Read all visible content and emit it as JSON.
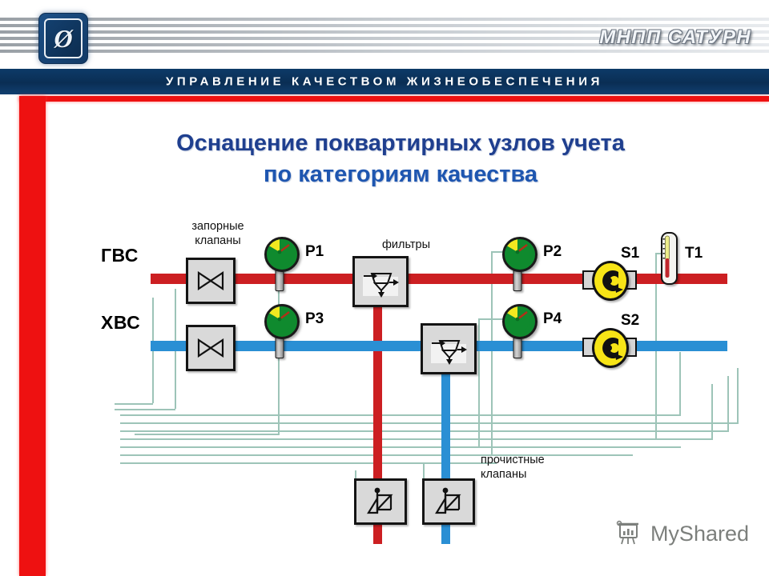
{
  "header": {
    "brand": "МНПП САТУРН",
    "logo_glyph": "Ø",
    "subtitle_bar": "УПРАВЛЕНИЕ  КАЧЕСТВОМ  ЖИЗНЕОБЕСПЕЧЕНИЯ"
  },
  "slide": {
    "title_line1": "Оснащение поквартирных узлов учета",
    "title_line2": "по категориям качества"
  },
  "diagram": {
    "pipes": [
      {
        "id": "hot",
        "label": "ГВС",
        "color": "#cc1f22"
      },
      {
        "id": "cold",
        "label": "ХВС",
        "color": "#2a8fd4"
      }
    ],
    "annotations": [
      {
        "id": "shutoff",
        "text": "запорные\nклапаны",
        "line1": "запорные",
        "line2": "клапаны"
      },
      {
        "id": "filters",
        "text": "фильтры",
        "line1": "фильтры",
        "line2": ""
      },
      {
        "id": "flush",
        "text": "прочистные\nклапаны",
        "line1": "прочистные",
        "line2": "клапаны"
      }
    ],
    "devices": [
      {
        "tag": "P1",
        "type": "pressure-gauge",
        "pipe": "hot",
        "position": "before-filter"
      },
      {
        "tag": "P2",
        "type": "pressure-gauge",
        "pipe": "hot",
        "position": "after-filter"
      },
      {
        "tag": "P3",
        "type": "pressure-gauge",
        "pipe": "cold",
        "position": "before-filter"
      },
      {
        "tag": "P4",
        "type": "pressure-gauge",
        "pipe": "cold",
        "position": "after-filter"
      },
      {
        "tag": "S1",
        "type": "flow-meter",
        "pipe": "hot"
      },
      {
        "tag": "S2",
        "type": "flow-meter",
        "pipe": "cold"
      },
      {
        "tag": "T1",
        "type": "thermometer",
        "pipe": "hot"
      }
    ],
    "colors": {
      "hot_pipe": "#cc1f22",
      "cold_pipe": "#2a8fd4",
      "signal_wire": "#9dc4b8",
      "gauge_green": "#0f8a2e",
      "gauge_yellow": "#f2e820",
      "meter_yellow": "#f7e416",
      "accent_red": "#ee1111",
      "brand_blue": "#0a2e54",
      "title_blue": "#1f3f8f"
    }
  },
  "watermark": {
    "text": "MyShared"
  }
}
